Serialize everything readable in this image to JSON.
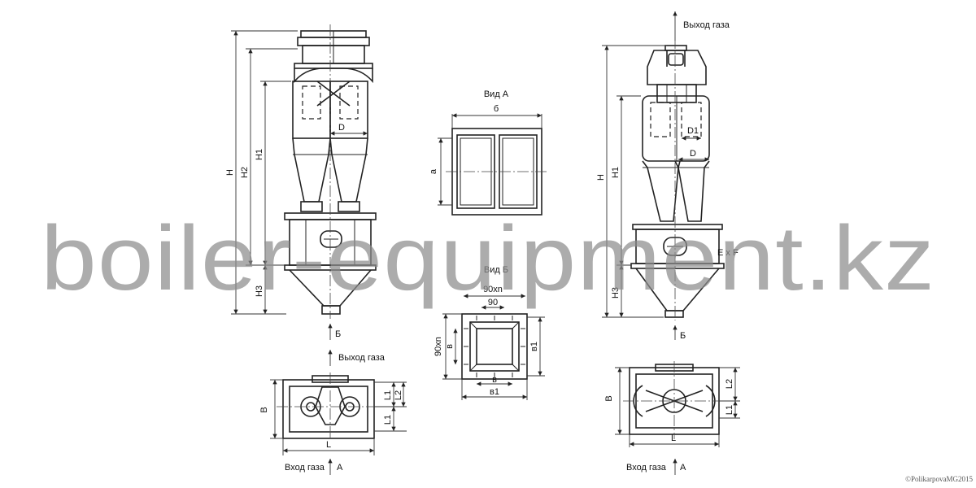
{
  "labels": {
    "gas_outlet": "Выход газа",
    "gas_inlet": "Вход газа",
    "view_a": "Вид А",
    "view_b": "Вид Б",
    "arrow_a": "А",
    "arrow_b": "Б"
  },
  "dimensions": {
    "H": "H",
    "H1": "H1",
    "H2": "H2",
    "H3": "H3",
    "D": "D",
    "D1": "D1",
    "B": "B",
    "L": "L",
    "L1": "L1",
    "L2": "L2",
    "a": "a",
    "b": "б",
    "ExF": "E x F",
    "n90": "90xn",
    "c90": "90",
    "v": "в",
    "v1": "в1"
  },
  "watermark": "boiler-equipment.kz",
  "copyright": "©PolikarpovaMG2015"
}
